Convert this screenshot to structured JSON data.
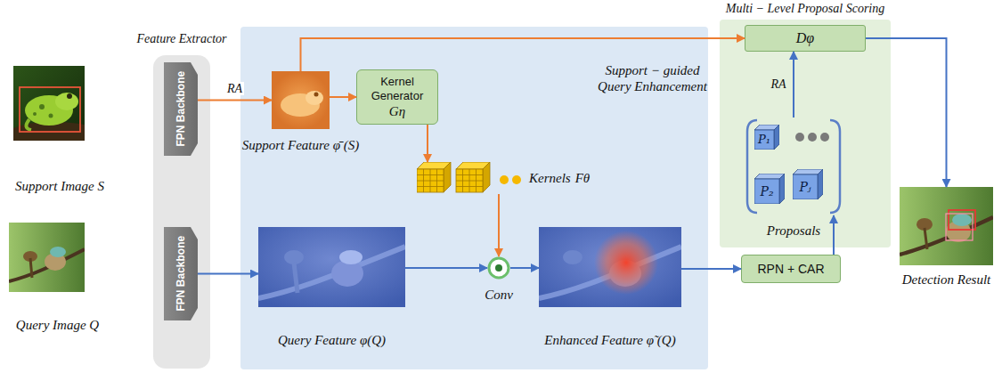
{
  "diagram": {
    "nodes": [
      {
        "text": [
          "Feature Extractor"
        ]
      },
      {
        "text": [
          "FPN Backbone"
        ],
        "in": 0
      },
      {
        "text": [
          "FPN Backbone"
        ],
        "in": 0
      },
      {
        "text": [
          "Support Image S"
        ]
      },
      {
        "text": [
          "Query Image Q"
        ]
      },
      {
        "text": [
          "Support − guided Query Enhancement"
        ]
      },
      {
        "text": [
          "Support Feature φ̄ (S)"
        ],
        "in": 5
      },
      {
        "text": [
          "Kernel Generator",
          "Gη"
        ],
        "in": 5
      },
      {
        "text": [
          "Kernels",
          "Fθ"
        ],
        "in": 5
      },
      {
        "text": [
          "Query Feature φ(Q)"
        ],
        "in": 5
      },
      {
        "text": [
          "Conv"
        ],
        "in": 5
      },
      {
        "text": [
          "Enhanced Feature φ̃ (Q)"
        ],
        "in": 5
      },
      {
        "text": [
          "Multi − Level Proposal Scoring"
        ]
      },
      {
        "text": [
          "Dφ"
        ],
        "in": 12
      },
      {
        "text": [
          "Proposals"
        ],
        "in": 12
      },
      {
        "text": [
          "P₁"
        ],
        "in": 14
      },
      {
        "text": [
          "P₂"
        ],
        "in": 14
      },
      {
        "text": [
          "Pⱼ"
        ],
        "in": 14
      },
      {
        "text": [
          "RPN + CAR"
        ]
      },
      {
        "text": [
          "Detection Result"
        ]
      }
    ],
    "edges": [
      {
        "from": 1,
        "to": 6,
        "arrow": "to",
        "label": "RA"
      },
      {
        "from": 6,
        "to": 13,
        "arrow": "to"
      },
      {
        "from": 6,
        "to": 7,
        "arrow": "to"
      },
      {
        "from": 7,
        "to": 8,
        "arrow": "to"
      },
      {
        "from": 8,
        "to": 10,
        "arrow": "to"
      },
      {
        "from": 2,
        "to": 9,
        "arrow": "to"
      },
      {
        "from": 9,
        "to": 10,
        "arrow": "to"
      },
      {
        "from": 10,
        "to": 11,
        "arrow": "to"
      },
      {
        "from": 11,
        "to": 18,
        "arrow": "to"
      },
      {
        "from": 18,
        "to": 14,
        "arrow": "to"
      },
      {
        "from": 14,
        "to": 13,
        "arrow": "to",
        "label": "RA"
      },
      {
        "from": 13,
        "to": 19,
        "arrow": "to"
      }
    ]
  }
}
